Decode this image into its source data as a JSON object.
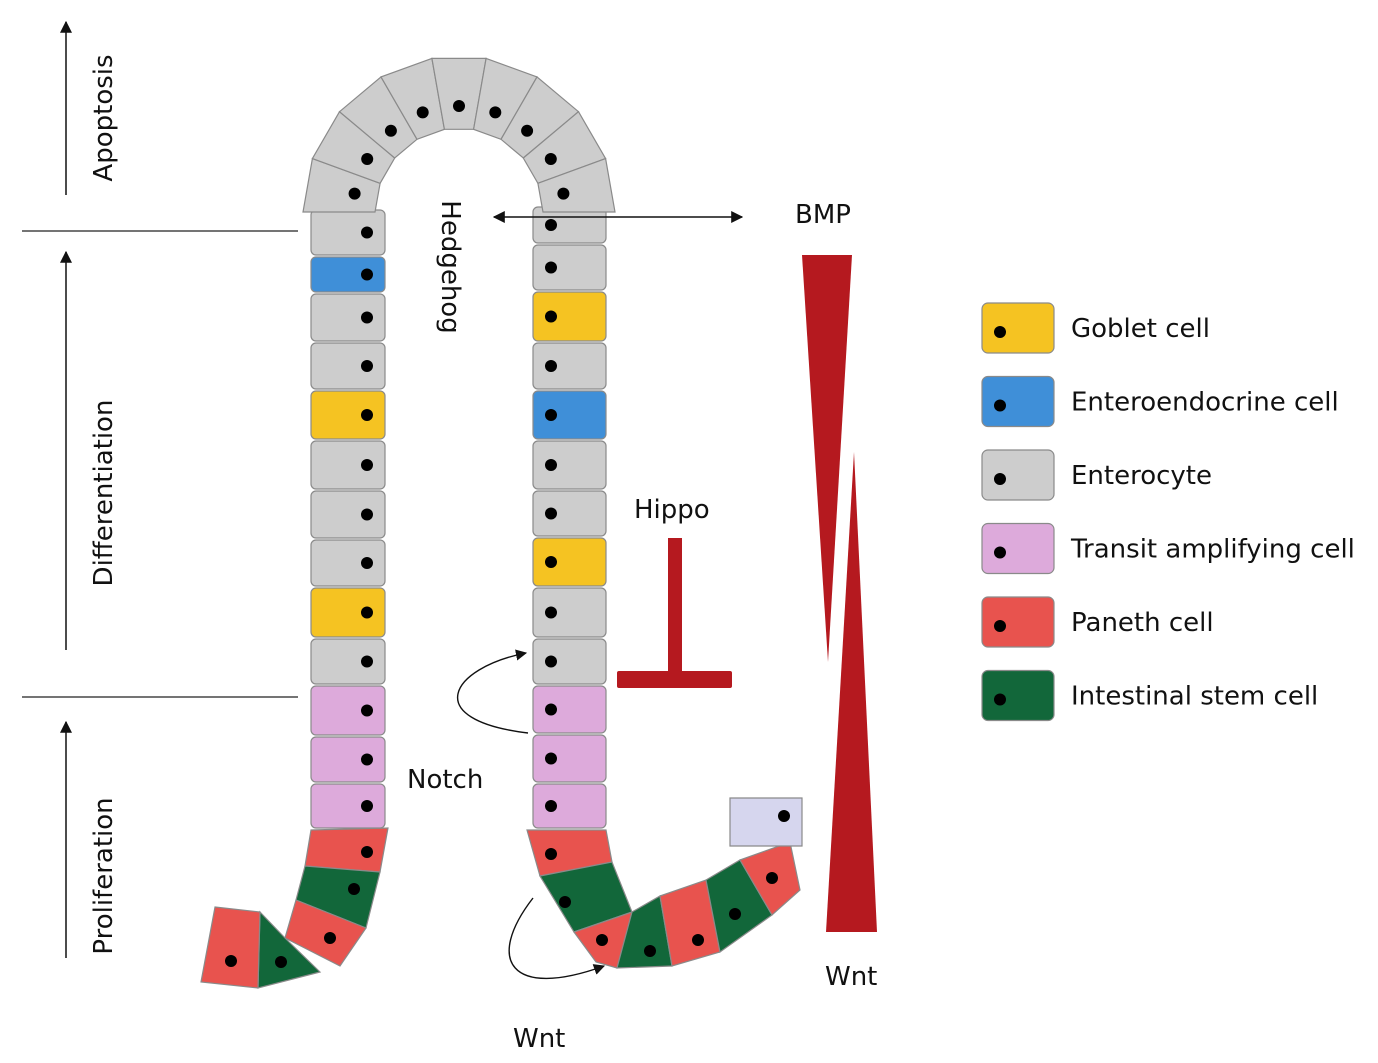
{
  "zones": {
    "apoptosis": "Apoptosis",
    "differentiation": "Differentiation",
    "proliferation": "Proliferation"
  },
  "signals": {
    "hedgehog": "Hedgehog",
    "bmp": "BMP",
    "hippo": "Hippo",
    "notch": "Notch",
    "wnt_crypt": "Wnt",
    "wnt_gradient": "Wnt"
  },
  "legend": [
    {
      "label": "Goblet cell",
      "color": "#f5c322"
    },
    {
      "label": "Enteroendocrine cell",
      "color": "#3f8fd8"
    },
    {
      "label": "Enterocyte",
      "color": "#cdcdcd"
    },
    {
      "label": "Transit amplifying cell",
      "color": "#ddaadb"
    },
    {
      "label": "Paneth cell",
      "color": "#e8534e"
    },
    {
      "label": "Intestinal stem cell",
      "color": "#12673a"
    }
  ],
  "colors": {
    "goblet": "#f5c322",
    "enteroendocrine": "#3f8fd8",
    "enterocyte": "#cdcdcd",
    "transit": "#ddaadb",
    "paneth": "#e8534e",
    "stem": "#12673a",
    "unknown": "#d6d6ee",
    "signal_red": "#b5191f"
  }
}
